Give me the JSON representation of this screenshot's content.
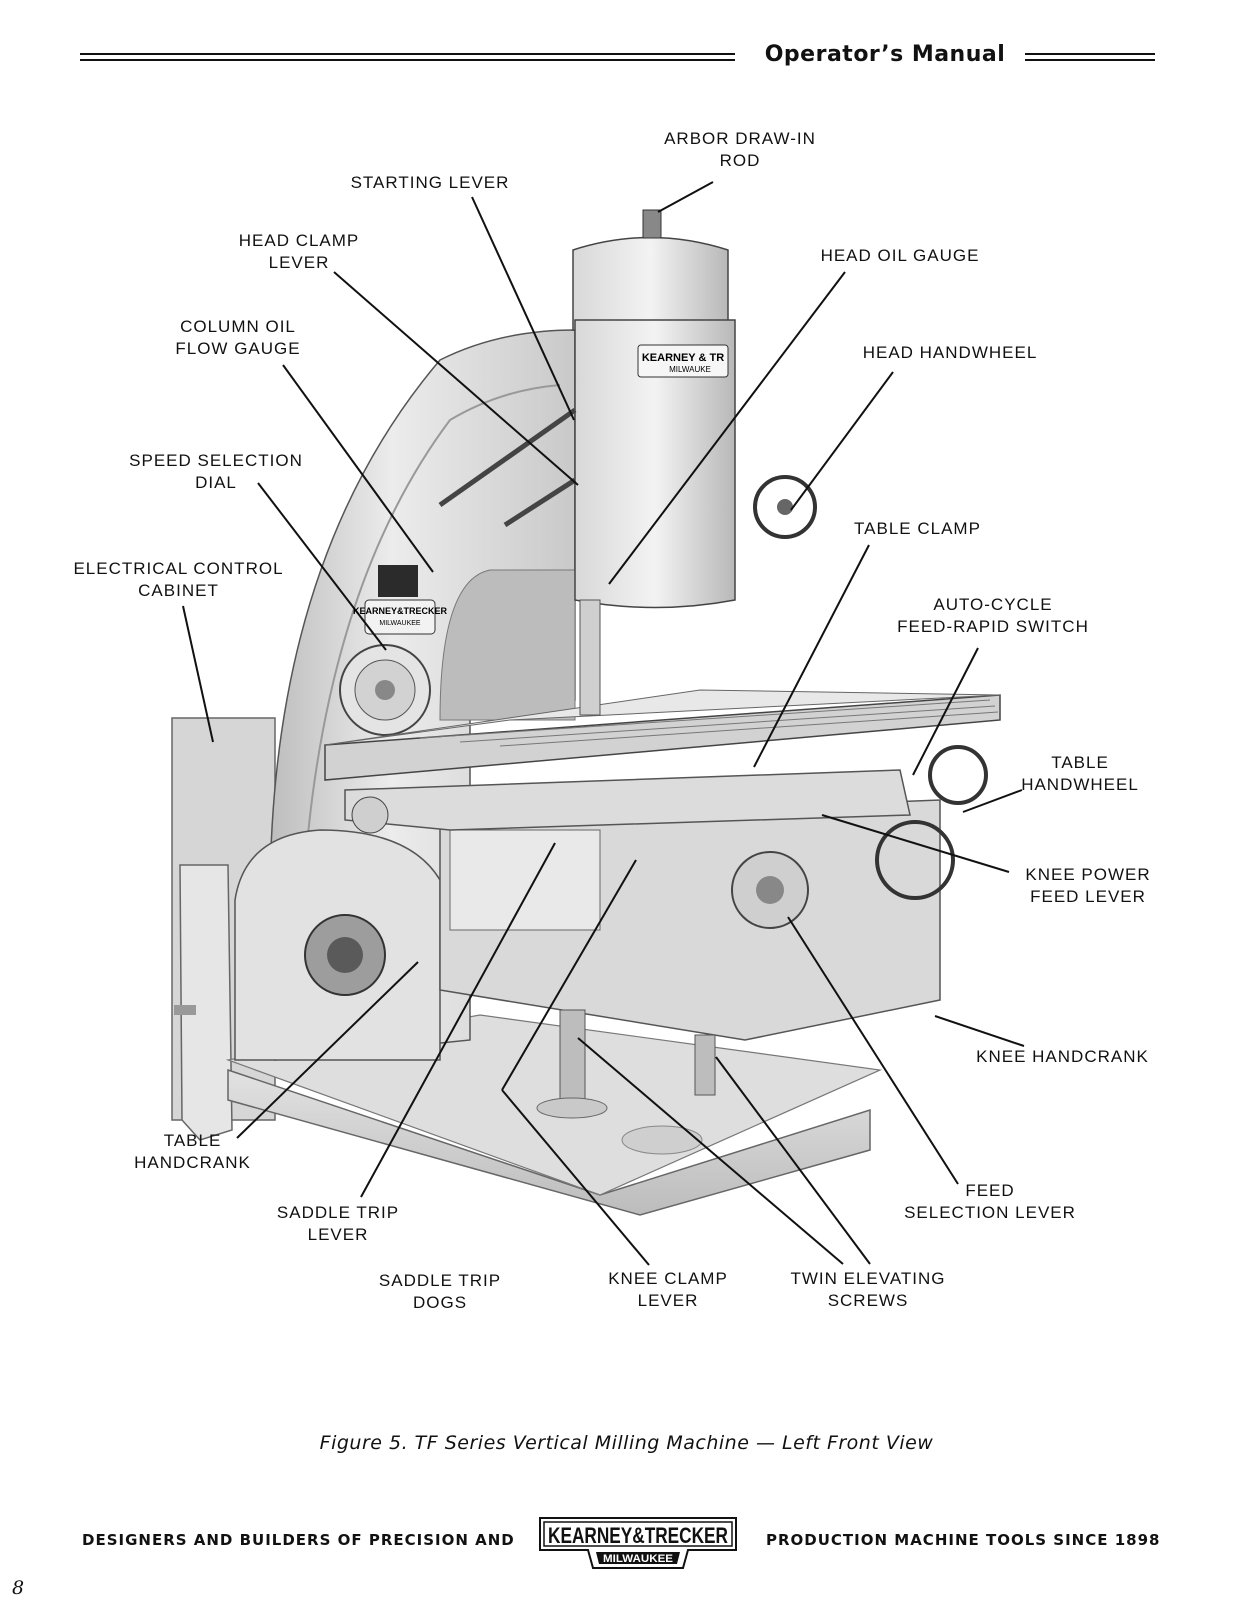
{
  "header": {
    "title": "Operator’s Manual"
  },
  "callouts": {
    "arbor_draw_in_rod": "ARBOR DRAW-IN\nROD",
    "starting_lever": "STARTING LEVER",
    "head_clamp_lever": "HEAD CLAMP\nLEVER",
    "head_oil_gauge": "HEAD OIL GAUGE",
    "column_oil_flow_gauge": "COLUMN OIL\nFLOW GAUGE",
    "head_handwheel": "HEAD HANDWHEEL",
    "speed_selection_dial": "SPEED SELECTION\nDIAL",
    "table_clamp": "TABLE CLAMP",
    "electrical_control_cabinet": "ELECTRICAL CONTROL\nCABINET",
    "auto_cycle_switch": "AUTO-CYCLE\nFEED-RAPID SWITCH",
    "table_handwheel": "TABLE\nHANDWHEEL",
    "knee_power_feed_lever": "KNEE POWER\nFEED LEVER",
    "knee_handcrank": "KNEE HANDCRANK",
    "table_handcrank": "TABLE\nHANDCRANK",
    "feed_selection_lever": "FEED\nSELECTION LEVER",
    "saddle_trip_lever": "SADDLE TRIP\nLEVER",
    "saddle_trip_dogs": "SADDLE TRIP\nDOGS",
    "knee_clamp_lever": "KNEE CLAMP\nLEVER",
    "twin_elevating_screws": "TWIN ELEVATING\nSCREWS"
  },
  "machine_markings": {
    "head_badge_top": "KEARNEY & TR",
    "head_badge_bottom": "MILWAUKE",
    "column_badge_top": "KEARNEY&TRECKER",
    "column_badge_bottom": "MILWAUKEE"
  },
  "caption": "Figure 5.  TF Series Vertical Milling Machine — Left Front View",
  "footer": {
    "left": "DESIGNERS AND BUILDERS OF PRECISION AND",
    "right": "PRODUCTION MACHINE TOOLS SINCE 1898",
    "logo_top": "KEARNEY&TRECKER",
    "logo_bottom": "MILWAUKEE"
  },
  "page_number": "8",
  "colors": {
    "ink": "#111111",
    "machine_light": "#e9e9e9",
    "machine_mid": "#cfcfcf",
    "machine_dark": "#9a9a9a"
  }
}
